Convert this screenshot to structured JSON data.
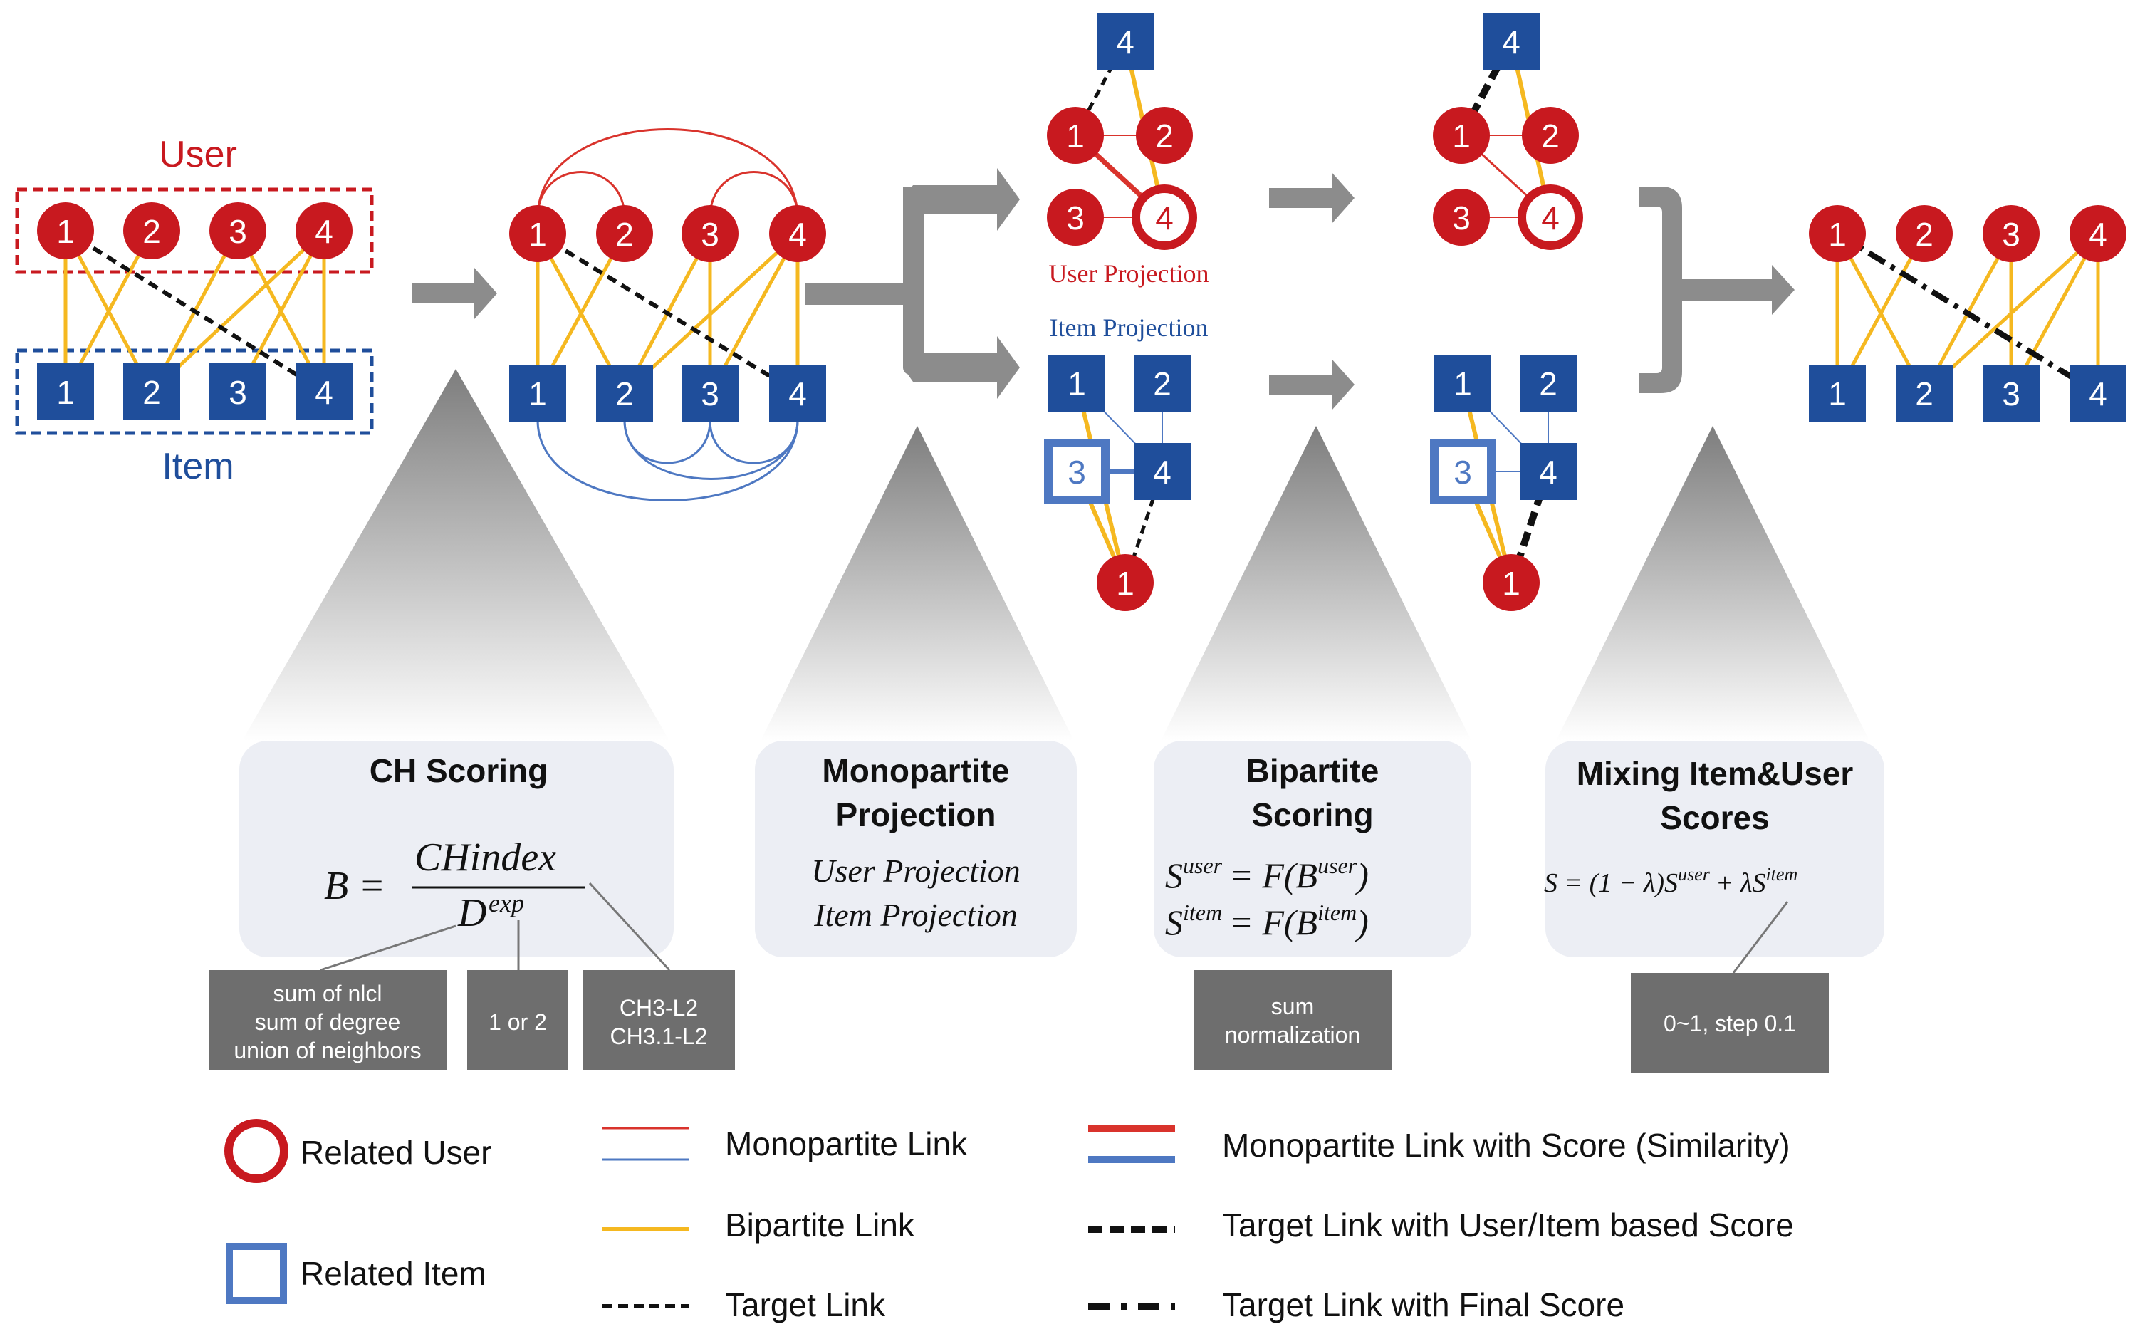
{
  "colors": {
    "user_red": "#c8191f",
    "item_blue": "#1f4e9b",
    "bipartite_yellow": "#f5b820",
    "mono_red": "#d9332c",
    "mono_blue": "#4e78c2",
    "arrow_gray": "#8c8c8c",
    "box_gray": "#6e6e6e",
    "panel_bg": "#eceef4"
  },
  "labels": {
    "user": "User",
    "item": "Item",
    "user_projection": "User Projection",
    "item_projection": "Item Projection",
    "node_1": "1",
    "node_2": "2",
    "node_3": "3",
    "node_4": "4"
  },
  "panels": {
    "ch_scoring": {
      "title": "CH Scoring",
      "formula_lhs": "B =",
      "numerator": "CHindex",
      "denominator_base": "D",
      "denominator_exp": "exp",
      "box_1_line_1": "sum of nlcl",
      "box_1_line_2": "sum of degree",
      "box_1_line_3": "union of neighbors",
      "box_2": "1 or 2",
      "box_3_line_1": "CH3-L2",
      "box_3_line_2": "CH3.1-L2"
    },
    "monopartite": {
      "title_line_1": "Monopartite",
      "title_line_2": "Projection",
      "line_1": "User Projection",
      "line_2": "Item Projection"
    },
    "bipartite": {
      "title_line_1": "Bipartite",
      "title_line_2": "Scoring",
      "f1_base": "S",
      "f1_sup": "user",
      "f1_mid": "= F(B",
      "f1_sup2": "user",
      "f1_end": ")",
      "f2_base": "S",
      "f2_sup": "item",
      "f2_mid": "= F(B",
      "f2_sup2": "item",
      "f2_end": ")",
      "box_line_1": "sum",
      "box_line_2": "normalization"
    },
    "mixing": {
      "title_line_1": "Mixing Item&User",
      "title_line_2": "Scores",
      "f_a": "S = (1 − λ)S",
      "f_sup1": "user",
      "f_b": "+ λS",
      "f_sup2": "item",
      "box": "0~1, step 0.1"
    }
  },
  "legend": {
    "related_user": "Related User",
    "related_item": "Related Item",
    "monopartite_link": "Monopartite Link",
    "bipartite_link": "Bipartite Link",
    "target_link": "Target Link",
    "mono_link_score": "Monopartite Link with Score (Similarity)",
    "target_user_item": "Target Link with User/Item based Score",
    "target_final": "Target Link with Final Score"
  }
}
